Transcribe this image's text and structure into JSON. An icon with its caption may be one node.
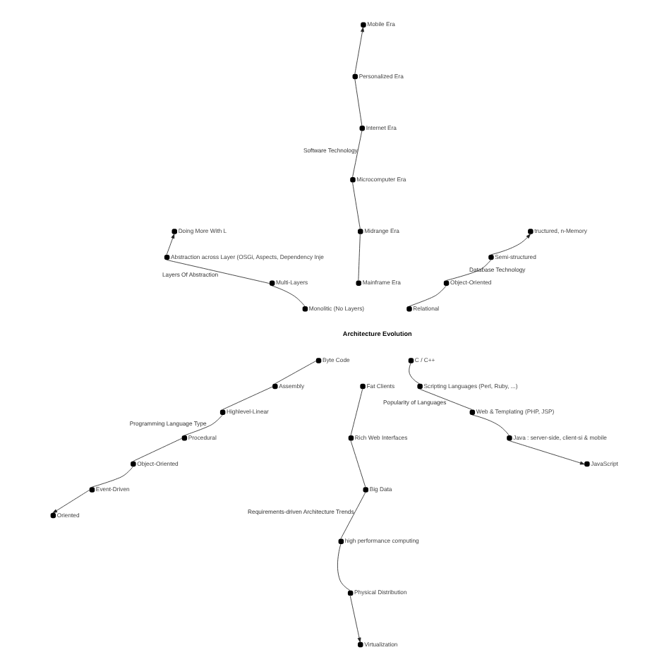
{
  "diagram": {
    "nodes": [
      {
        "text": [
          "Relational"
        ]
      },
      {
        "text": [
          "Object-Oriented"
        ]
      },
      {
        "text": [
          "Semi-structured"
        ]
      },
      {
        "text": [
          "tructured, n-Memory"
        ]
      },
      {
        "text": [
          "Mainframe Era"
        ]
      },
      {
        "text": [
          "Midrange Era"
        ]
      },
      {
        "text": [
          "Microcomputer Era"
        ]
      },
      {
        "text": [
          "Internet Era"
        ]
      },
      {
        "text": [
          "Personalized Era"
        ]
      },
      {
        "text": [
          "Mobile Era"
        ]
      },
      {
        "text": [
          "Monolitic (No Layers)"
        ]
      },
      {
        "text": [
          "Multi-Layers"
        ]
      },
      {
        "text": [
          "Abstraction across Layer (OSGi, Aspects, Dependency Inje"
        ]
      },
      {
        "text": [
          "Doing More With L"
        ]
      },
      {
        "text": [
          "Byte Code"
        ]
      },
      {
        "text": [
          "Assembly"
        ]
      },
      {
        "text": [
          "Highlevel-Linear"
        ]
      },
      {
        "text": [
          "Procedural"
        ]
      },
      {
        "text": [
          "Object-Oriented"
        ]
      },
      {
        "text": [
          "Event-Driven"
        ]
      },
      {
        "text": [
          "Oriented"
        ]
      },
      {
        "text": [
          "Fat Clients"
        ]
      },
      {
        "text": [
          "Rich Web Interfaces"
        ]
      },
      {
        "text": [
          "Big Data"
        ]
      },
      {
        "text": [
          "high performance computing"
        ]
      },
      {
        "text": [
          "Physical Distribution"
        ]
      },
      {
        "text": [
          "Virtualization"
        ]
      },
      {
        "text": [
          "C / C++"
        ]
      },
      {
        "text": [
          "Scripting Languages (Perl, Ruby, ...)"
        ]
      },
      {
        "text": [
          "Web & Templating (PHP, JSP)"
        ]
      },
      {
        "text": [
          "Java : server-side, client-si & mobile"
        ]
      },
      {
        "text": [
          "JavaScript"
        ]
      }
    ],
    "edges": [
      {
        "from": 0,
        "to": 1,
        "arrow": "none"
      },
      {
        "from": 1,
        "to": 2,
        "arrow": "none",
        "label": "Database Technology"
      },
      {
        "from": 2,
        "to": 3,
        "arrow": "to"
      },
      {
        "from": 4,
        "to": 5,
        "arrow": "none"
      },
      {
        "from": 5,
        "to": 6,
        "arrow": "none"
      },
      {
        "from": 6,
        "to": 7,
        "arrow": "none",
        "label": "Software Technology"
      },
      {
        "from": 7,
        "to": 8,
        "arrow": "none"
      },
      {
        "from": 8,
        "to": 9,
        "arrow": "to"
      },
      {
        "from": 10,
        "to": 11,
        "arrow": "none"
      },
      {
        "from": 11,
        "to": 12,
        "arrow": "none",
        "label": "Layers Of Abstraction"
      },
      {
        "from": 12,
        "to": 13,
        "arrow": "to"
      },
      {
        "from": 14,
        "to": 15,
        "arrow": "none"
      },
      {
        "from": 15,
        "to": 16,
        "arrow": "none"
      },
      {
        "from": 16,
        "to": 17,
        "arrow": "none",
        "label": "Programming Language Type"
      },
      {
        "from": 17,
        "to": 18,
        "arrow": "none"
      },
      {
        "from": 18,
        "to": 19,
        "arrow": "none"
      },
      {
        "from": 19,
        "to": 20,
        "arrow": "to"
      },
      {
        "from": 21,
        "to": 22,
        "arrow": "none"
      },
      {
        "from": 22,
        "to": 23,
        "arrow": "none"
      },
      {
        "from": 23,
        "to": 24,
        "arrow": "none",
        "label": "Requirements-driven Architecture Trends"
      },
      {
        "from": 24,
        "to": 25,
        "arrow": "none"
      },
      {
        "from": 25,
        "to": 26,
        "arrow": "to"
      },
      {
        "from": 27,
        "to": 28,
        "arrow": "none"
      },
      {
        "from": 28,
        "to": 29,
        "arrow": "none",
        "label": "Popularity of Languages"
      },
      {
        "from": 29,
        "to": 30,
        "arrow": "none"
      },
      {
        "from": 30,
        "to": 31,
        "arrow": "to"
      }
    ],
    "labels": [
      "Architecture Evolution"
    ]
  }
}
